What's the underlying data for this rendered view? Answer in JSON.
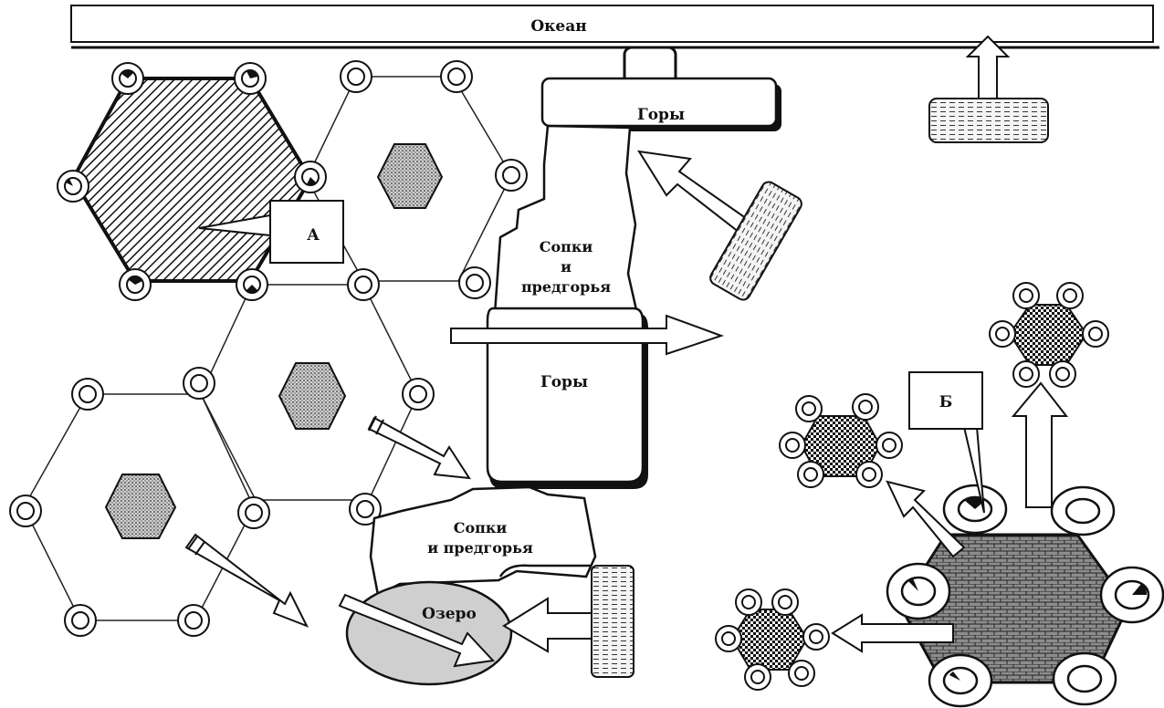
{
  "labels": {
    "ocean": "Океан",
    "mountains_top": "Горы",
    "mountains_mid": "Горы",
    "hills_upper_1": "Сопки",
    "hills_upper_2": "и",
    "hills_upper_3": "предгорья",
    "hills_lower_1": "Сопки",
    "hills_lower_2": "и предгорья",
    "lake": "Озеро",
    "marker_a": "А",
    "marker_b": "Б"
  }
}
